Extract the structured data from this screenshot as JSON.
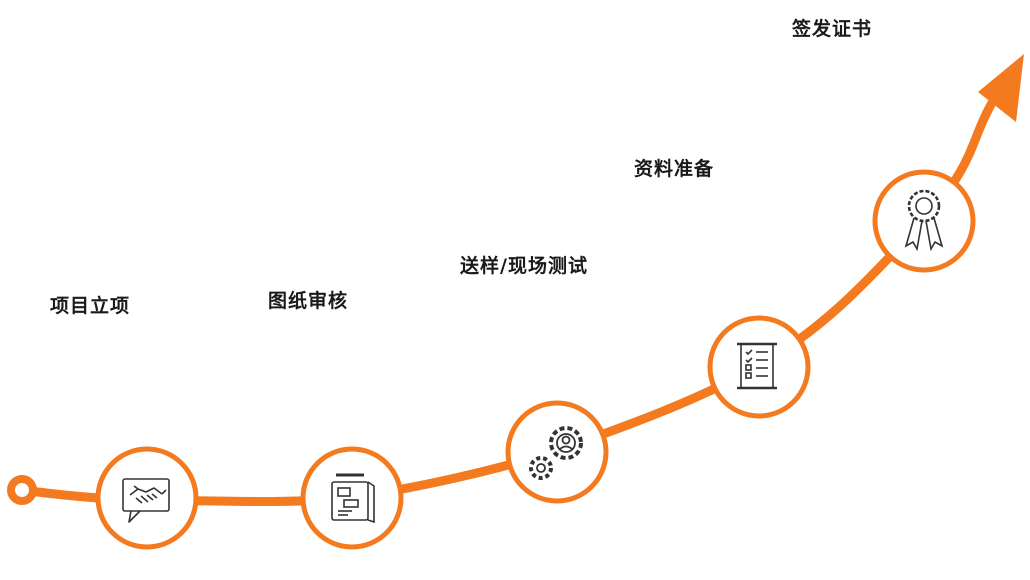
{
  "diagram": {
    "accent_color": "#f47a1f",
    "steps": [
      {
        "label": "项目立项",
        "icon": "handshake-icon"
      },
      {
        "label": "图纸审核",
        "icon": "blueprint-icon"
      },
      {
        "label": "送样/现场测试",
        "icon": "gears-icon"
      },
      {
        "label": "资料准备",
        "icon": "checklist-icon"
      },
      {
        "label": "签发证书",
        "icon": "award-ribbon-icon"
      }
    ]
  }
}
